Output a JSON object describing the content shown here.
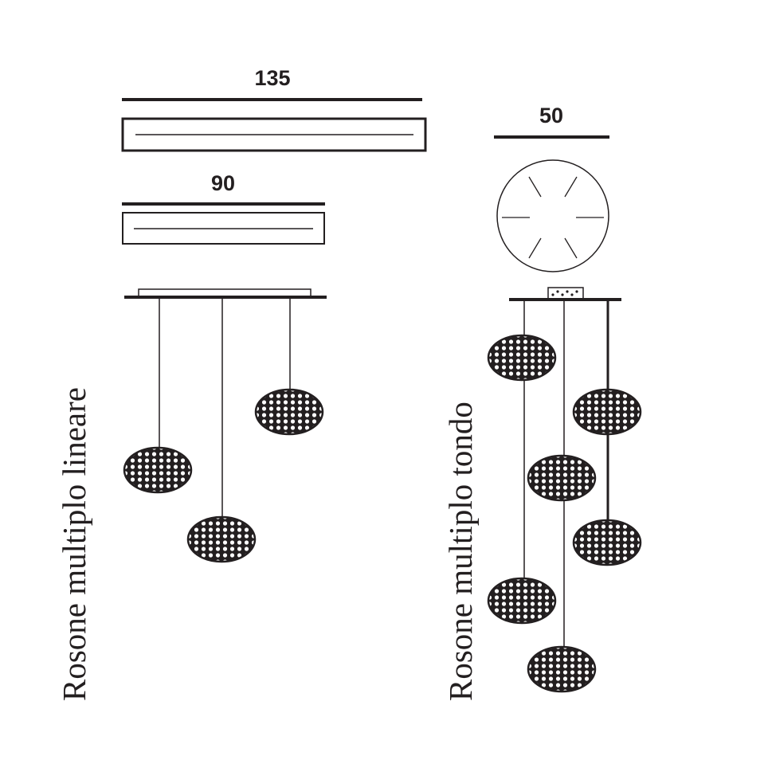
{
  "linear": {
    "title": "Rosone multiplo lineare",
    "dim_long": "135",
    "dim_short": "90"
  },
  "round": {
    "title": "Rosone multiplo tondo",
    "dim_diameter": "50"
  },
  "colors": {
    "ink": "#231f20",
    "background": "#ffffff"
  }
}
